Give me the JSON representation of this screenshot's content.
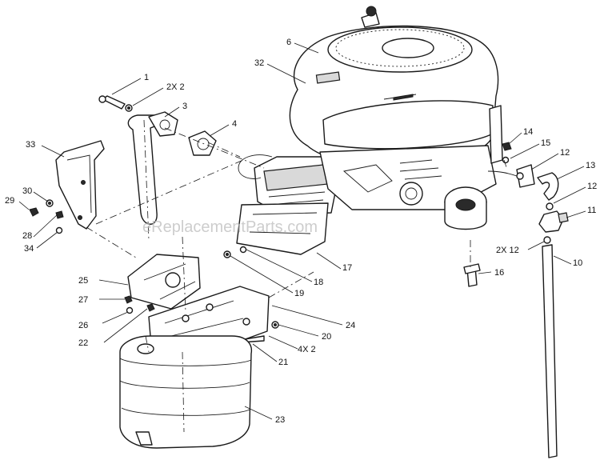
{
  "watermark": "eReplacementParts.com",
  "colors": {
    "line": "#1a1a1a",
    "background": "#ffffff",
    "watermark": "#bdbdbd"
  },
  "callouts": {
    "c1": "1",
    "c2x2": "2X 2",
    "c3": "3",
    "c4": "4",
    "c6": "6",
    "c32": "32",
    "c33": "33",
    "c30": "30",
    "c29": "29",
    "c28": "28",
    "c34": "34",
    "c14": "14",
    "c15": "15",
    "c12a": "12",
    "c13": "13",
    "c12b": "12",
    "c11": "11",
    "c2x12": "2X 12",
    "c10": "10",
    "c16": "16",
    "c17": "17",
    "c18": "18",
    "c19": "19",
    "c25": "25",
    "c27": "27",
    "c26": "26",
    "c22": "22",
    "c24": "24",
    "c20": "20",
    "c4x2": "4X 2",
    "c21": "21",
    "c23": "23"
  }
}
